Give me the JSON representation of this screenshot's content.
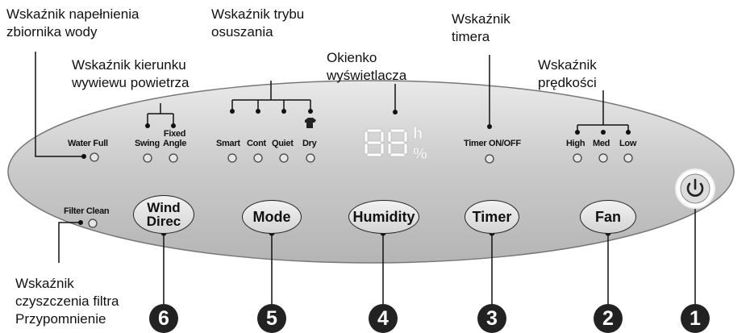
{
  "callouts": {
    "water_full": [
      "Wskaźnik napełnienia",
      "zbiornika wody"
    ],
    "mode_indicator": [
      "Wskaźnik trybu",
      "osuszania"
    ],
    "timer_indicator": [
      "Wskaźnik",
      "timera"
    ],
    "swing_direction": [
      "Wskaźnik kierunku",
      "wywiewu powietrza"
    ],
    "display_window": [
      "Okienko",
      "wyświetlacza"
    ],
    "speed_indicator": [
      "Wskaźnik",
      "prędkości"
    ],
    "filter_clean": [
      "Wskaźnik",
      "czyszczenia filtra",
      "Przypomnienie"
    ]
  },
  "panel_labels": {
    "water_full": "Water Full",
    "swing": "Swing",
    "fixed_angle": [
      "Fixed",
      "Angle"
    ],
    "smart": "Smart",
    "cont": "Cont",
    "quiet": "Quiet",
    "dry": "Dry",
    "display_unit_top": "h",
    "display_unit_bottom": "%",
    "timer_on_off": "Timer ON/OFF",
    "high": "High",
    "med": "Med",
    "low": "Low",
    "filter_clean": "Filter Clean"
  },
  "buttons": {
    "wind_direc": [
      "Wind",
      "Direc"
    ],
    "mode": "Mode",
    "humidity": "Humidity",
    "timer": "Timer",
    "fan": "Fan",
    "power_icon": "power-icon"
  },
  "numbers": [
    "6",
    "5",
    "4",
    "3",
    "2",
    "1"
  ]
}
